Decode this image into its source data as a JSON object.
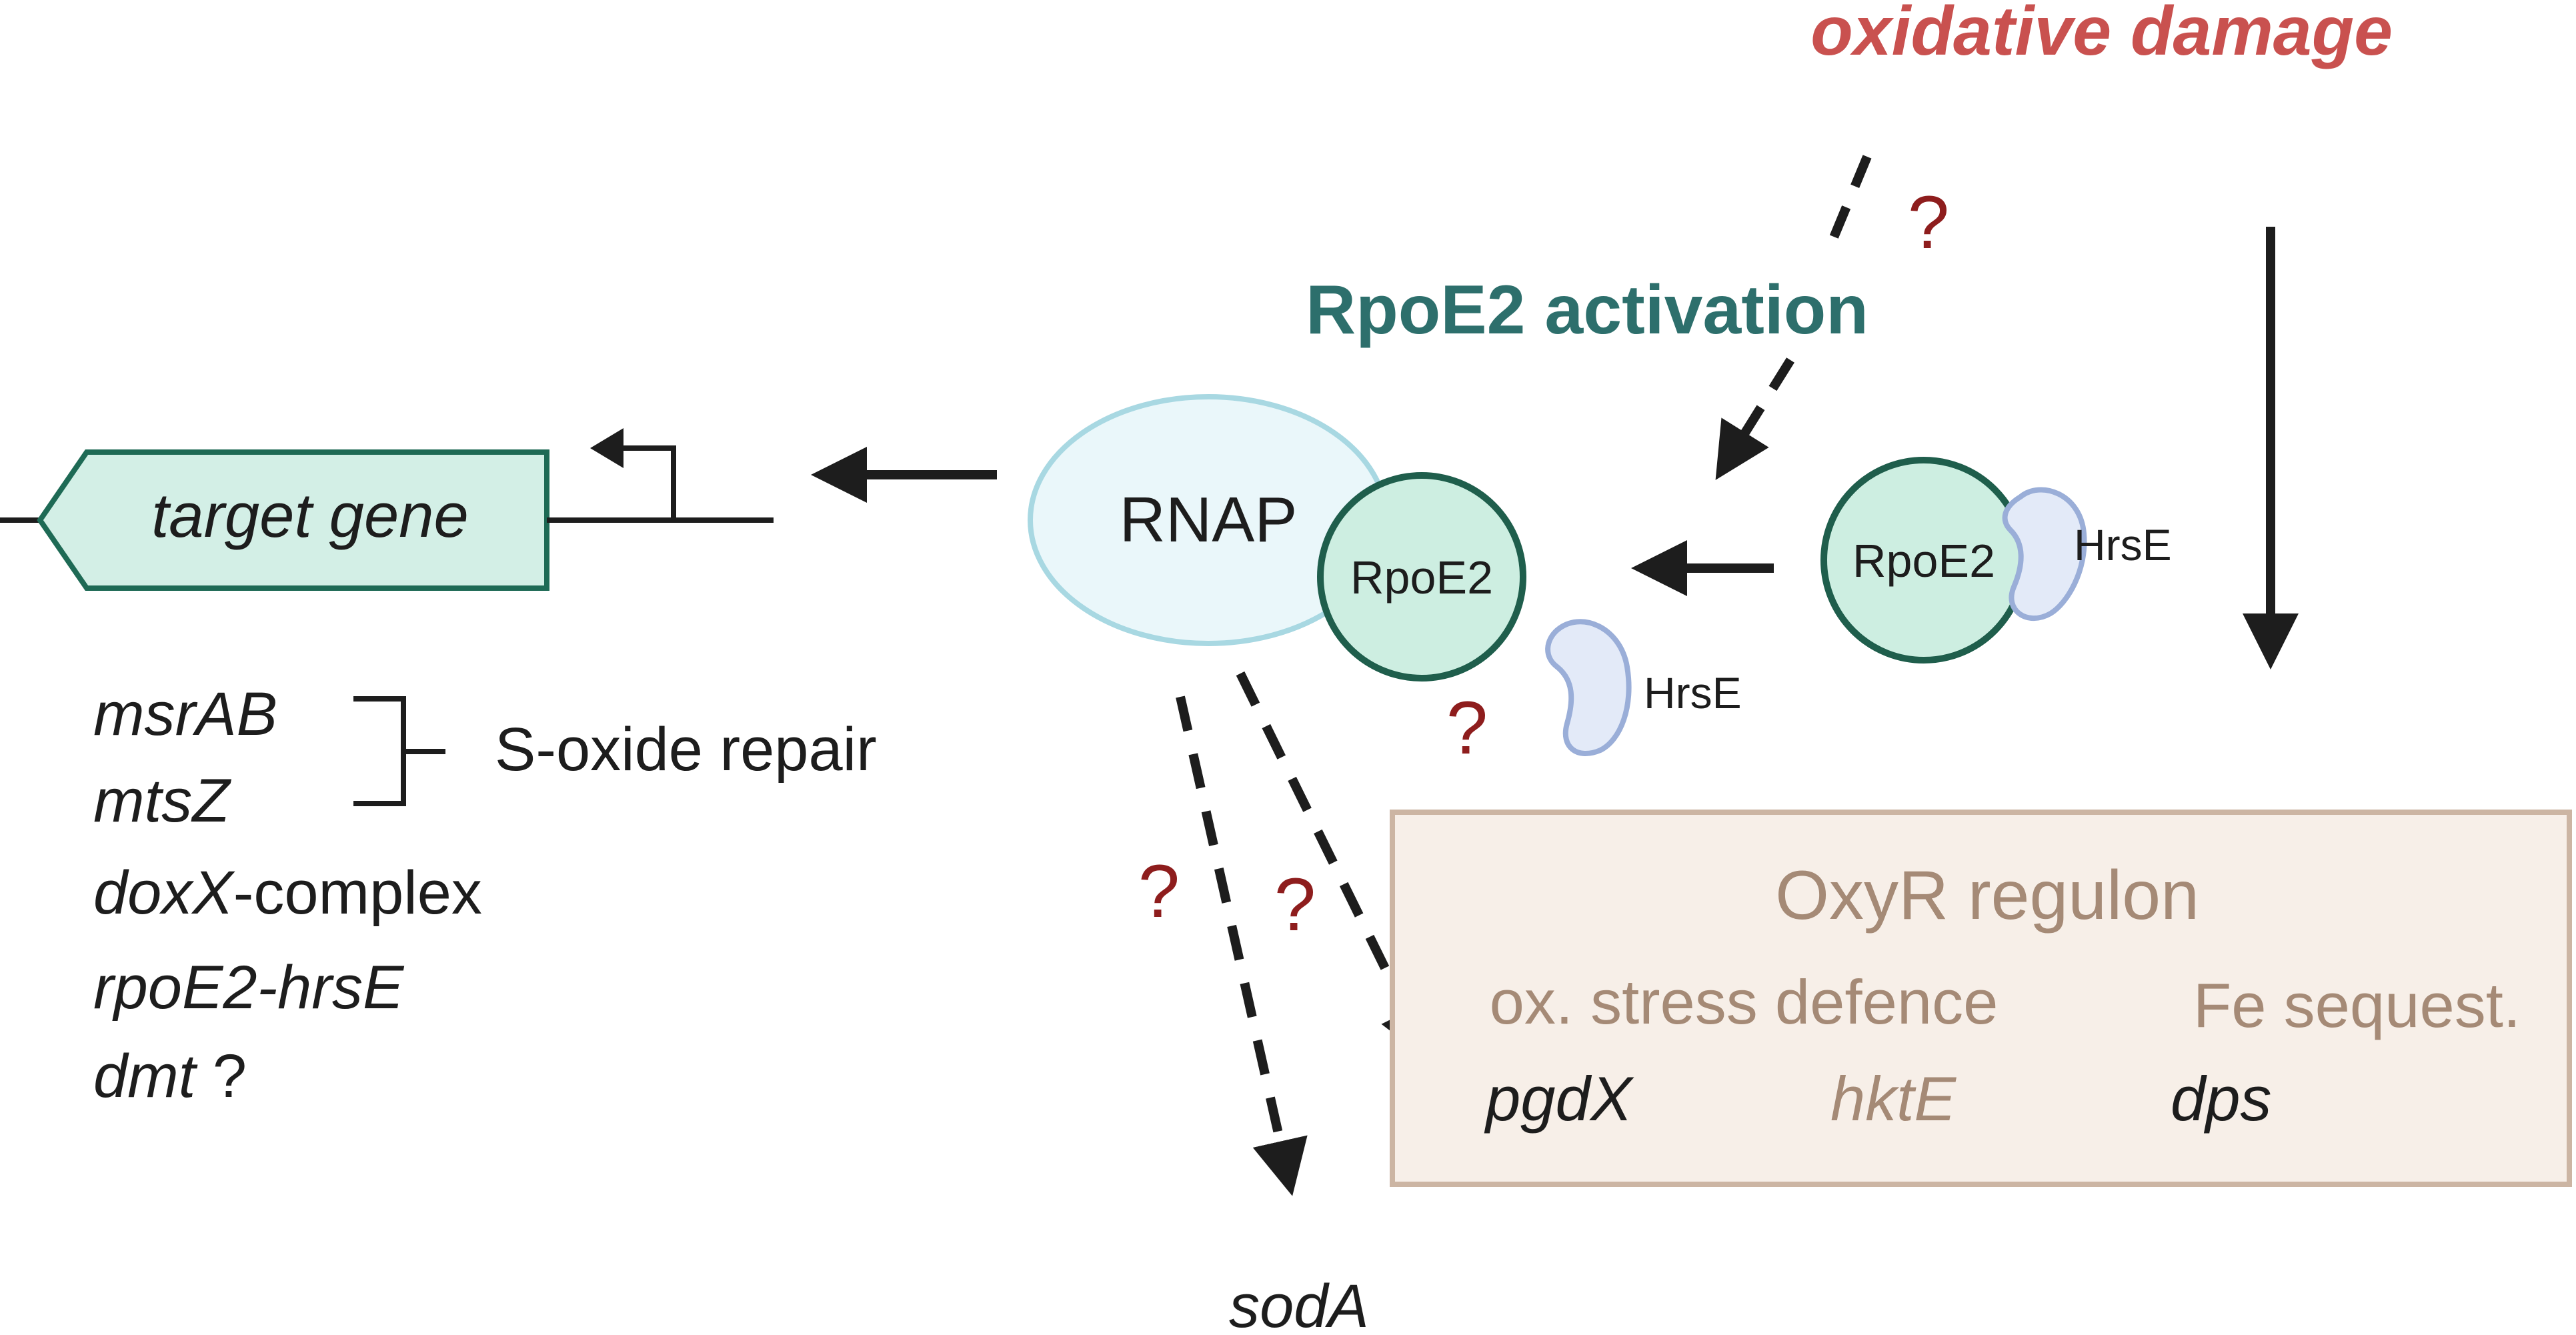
{
  "title": "oxidative damage",
  "activation_label": "RpoE2 activation",
  "question_mark": "?",
  "gene_box_label": "target gene",
  "rnap_label": "RNAP",
  "rpoe2_bound_label": "RpoE2",
  "rpoe2_free_label": "RpoE2",
  "hrse_complex_label": "HrsE",
  "hrse_released_label": "HrsE",
  "target_genes": {
    "msrab": "msrAB",
    "mtsz": "mtsZ",
    "s_oxide_repair": "S-oxide repair",
    "doxx": "doxX",
    "doxx_suffix": "-complex",
    "rpoe2_hrse": "rpoE2-hrsE",
    "dmt": "dmt",
    "dmt_suffix": " ?"
  },
  "soda_label": "sodA",
  "oxyr": {
    "title": "OxyR regulon",
    "col1_heading": "ox. stress defence",
    "col2_heading": "Fe sequest.",
    "gene_pgdx": "pgdX",
    "gene_hkte": "hktE",
    "gene_dps": "dps"
  },
  "colors": {
    "title_red": "#c9514f",
    "activation_teal": "#2d6f6c",
    "question_red": "#8e1d1d",
    "gene_box_fill": "#d3efe6",
    "gene_box_stroke": "#1e6a55",
    "rnap_fill": "#eaf7fa",
    "rnap_stroke": "#a8d8e2",
    "rpoe2_fill": "#cdeee1",
    "rpoe2_stroke": "#1f5e4c",
    "hrse_fill": "#e3eaf8",
    "hrse_stroke": "#9aaed8",
    "oxyr_fill": "#f7efe8",
    "oxyr_stroke": "#ccb5a3",
    "oxyr_text": "#a58a76",
    "arrow": "#1d1d1d"
  }
}
